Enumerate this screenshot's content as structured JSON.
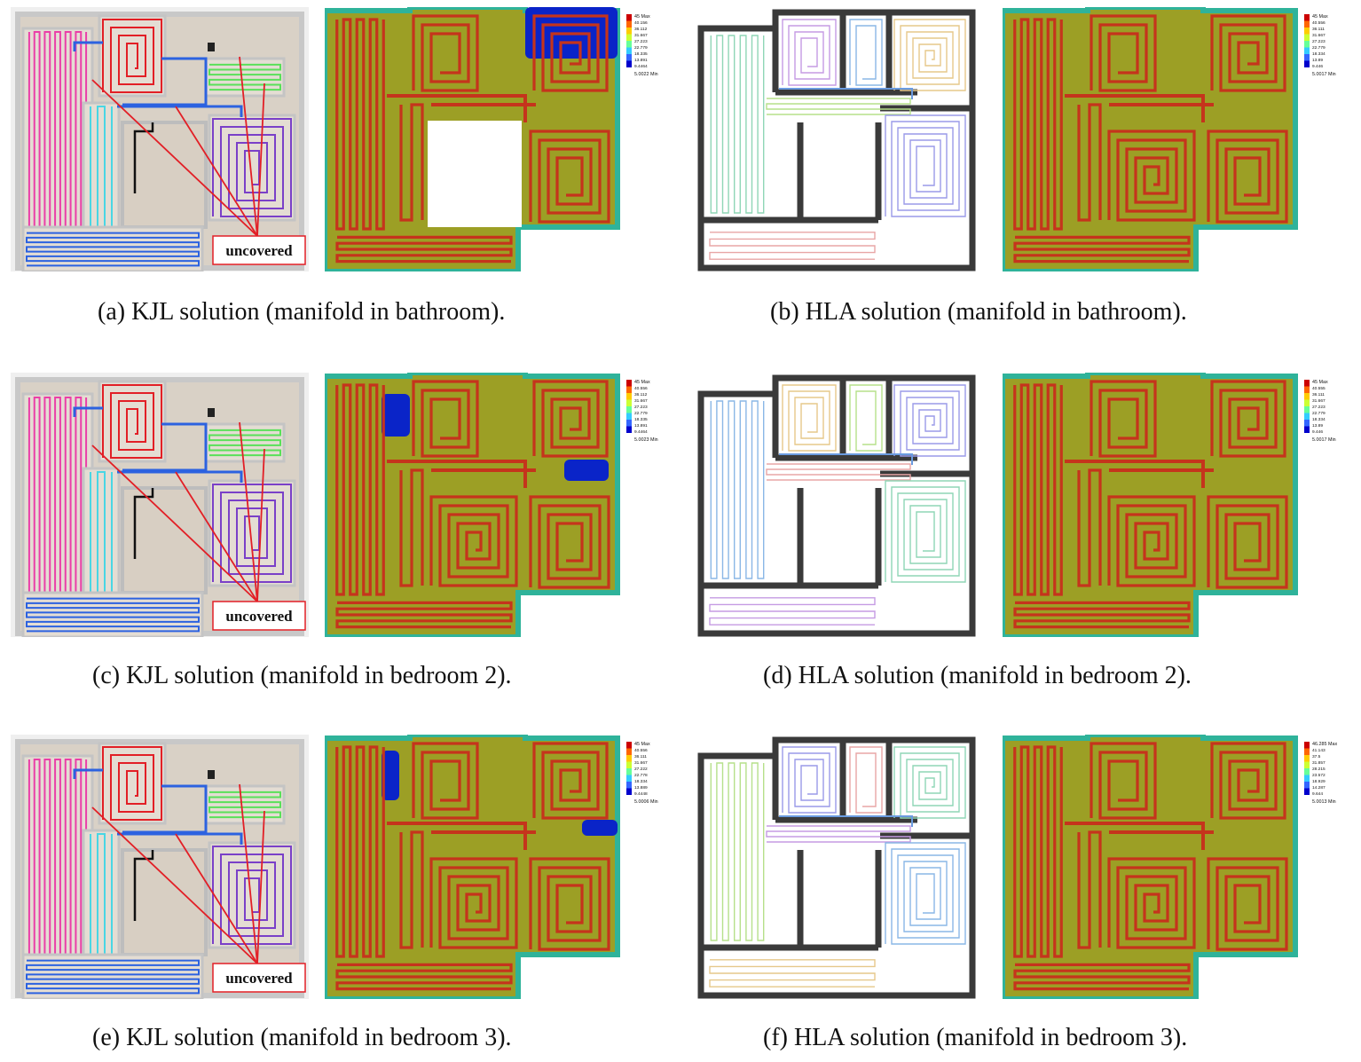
{
  "panels": [
    {
      "id": "a",
      "method": "KJL",
      "caption": "(a)  KJL solution (manifold in bathroom).",
      "annotation": "uncovered",
      "legend": {
        "max": "45 Max",
        "ticks": [
          "40.156",
          "36.112",
          "31.667",
          "27.223",
          "22.779",
          "18.335",
          "13.891",
          "9.4464"
        ],
        "min": "5.0022 Min"
      }
    },
    {
      "id": "b",
      "method": "HLA",
      "caption": "(b)  HLA solution (manifold in bathroom).",
      "legend": {
        "max": "45 Max",
        "ticks": [
          "40.556",
          "36.111",
          "31.667",
          "27.223",
          "22.779",
          "18.334",
          "13.89",
          "9.446"
        ],
        "min": "5.0017 Min"
      }
    },
    {
      "id": "c",
      "method": "KJL",
      "caption": "(c)  KJL solution (manifold in bedroom 2).",
      "annotation": "uncovered",
      "legend": {
        "max": "45 Max",
        "ticks": [
          "40.556",
          "36.112",
          "31.667",
          "27.223",
          "22.779",
          "18.335",
          "13.891",
          "9.4464"
        ],
        "min": "5.0023 Min"
      }
    },
    {
      "id": "d",
      "method": "HLA",
      "caption": "(d)  HLA solution (manifold in bedroom 2).",
      "legend": {
        "max": "45 Max",
        "ticks": [
          "40.555",
          "36.111",
          "31.667",
          "27.223",
          "22.779",
          "18.334",
          "13.89",
          "9.446"
        ],
        "min": "5.0017 Min"
      }
    },
    {
      "id": "e",
      "method": "KJL",
      "caption": "(e)  KJL solution (manifold in bedroom 3).",
      "annotation": "uncovered",
      "legend": {
        "max": "45 Max",
        "ticks": [
          "40.556",
          "36.111",
          "31.667",
          "27.222",
          "22.778",
          "18.334",
          "13.889",
          "9.4448"
        ],
        "min": "5.0006 Min"
      }
    },
    {
      "id": "f",
      "method": "HLA",
      "caption": "(f)  HLA solution (manifold in bedroom 3).",
      "legend": {
        "max": "46.285 Max",
        "ticks": [
          "41.143",
          "37.5",
          "31.857",
          "28.215",
          "23.572",
          "18.929",
          "14.287",
          "9.644"
        ],
        "min": "5.0013 Min"
      }
    }
  ],
  "colors": {
    "field_base": "#9c9f25",
    "pipe_hot": "#c5341c",
    "cold": "#0a24c8",
    "cool": "#2fb39a",
    "wall": "#3a3a3a",
    "floor": "#d9d1c6",
    "pipe_pink": "#ea3fa8",
    "pipe_red": "#e21f26",
    "pipe_cyan": "#49d6e4",
    "pipe_blue": "#2c62e0",
    "pipe_purple": "#7a40c8",
    "pipe_green": "#5ae05a",
    "pipe_orange": "#ee8a2c",
    "legend_scale": [
      "#cc0000",
      "#ff6600",
      "#ffcc00",
      "#ccff33",
      "#66ff99",
      "#33ccff",
      "#3366ff",
      "#0000cc"
    ]
  }
}
